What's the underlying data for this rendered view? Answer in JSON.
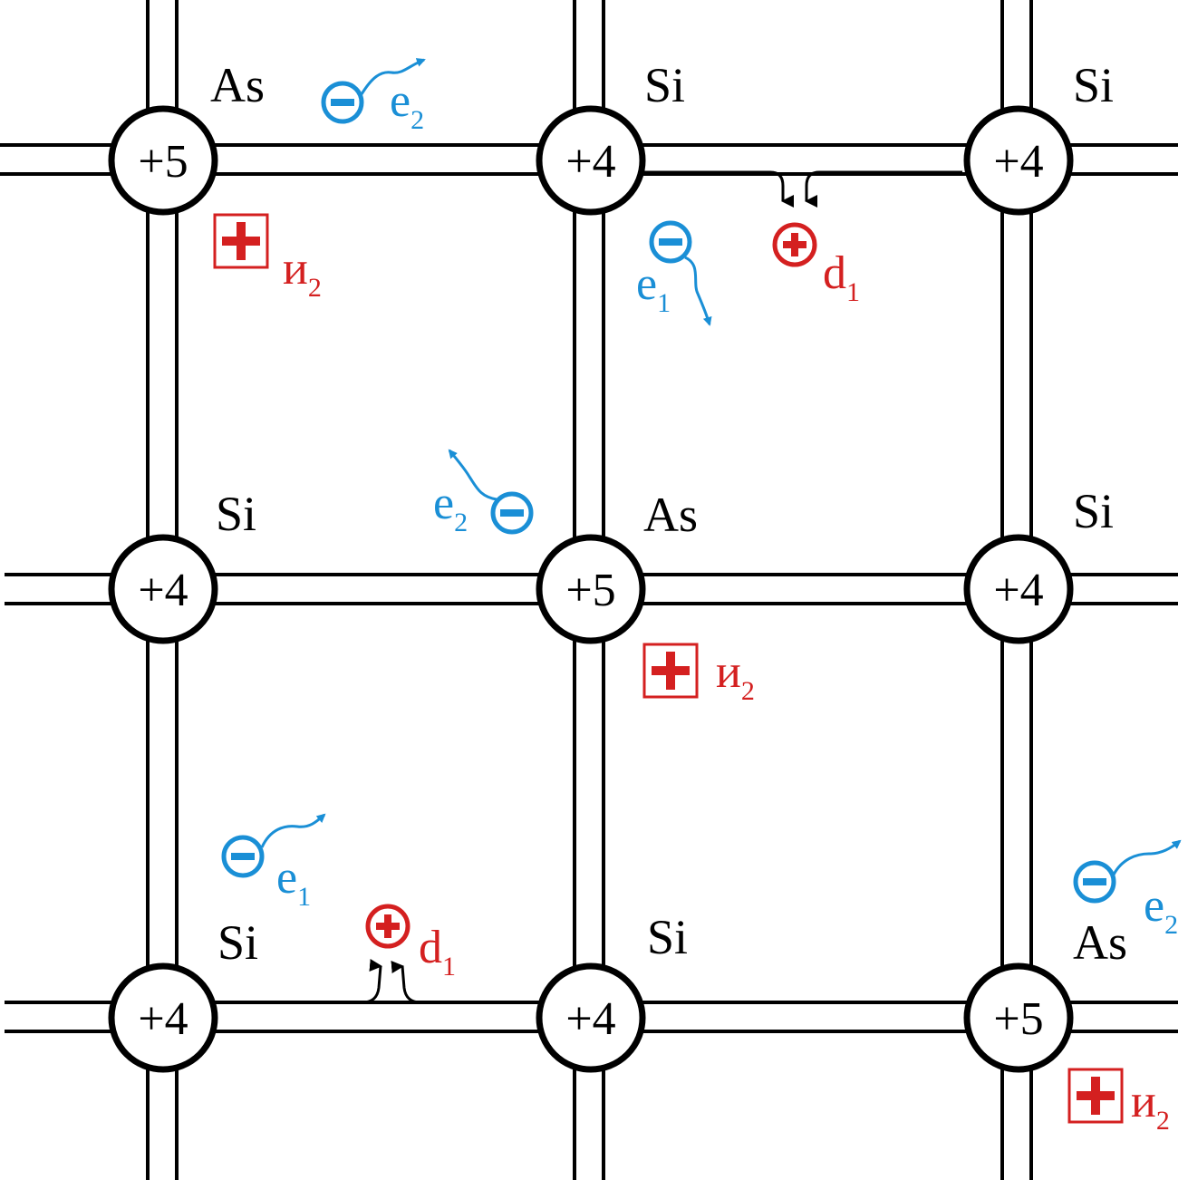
{
  "atoms": [
    {
      "element": "As",
      "charge": "+5"
    },
    {
      "element": "Si",
      "charge": "+4"
    },
    {
      "element": "Si",
      "charge": "+4"
    },
    {
      "element": "Si",
      "charge": "+4"
    },
    {
      "element": "As",
      "charge": "+5"
    },
    {
      "element": "Si",
      "charge": "+4"
    },
    {
      "element": "Si",
      "charge": "+4"
    },
    {
      "element": "Si",
      "charge": "+4"
    },
    {
      "element": "As",
      "charge": "+5"
    }
  ],
  "electron_label": "e",
  "hole_label": "d",
  "ion_label": "и",
  "sub_1": "1",
  "sub_2": "2",
  "colors": {
    "electron": "#1a8fd6",
    "hole": "#d42020",
    "ion": "#d42020",
    "bond": "#000000"
  }
}
